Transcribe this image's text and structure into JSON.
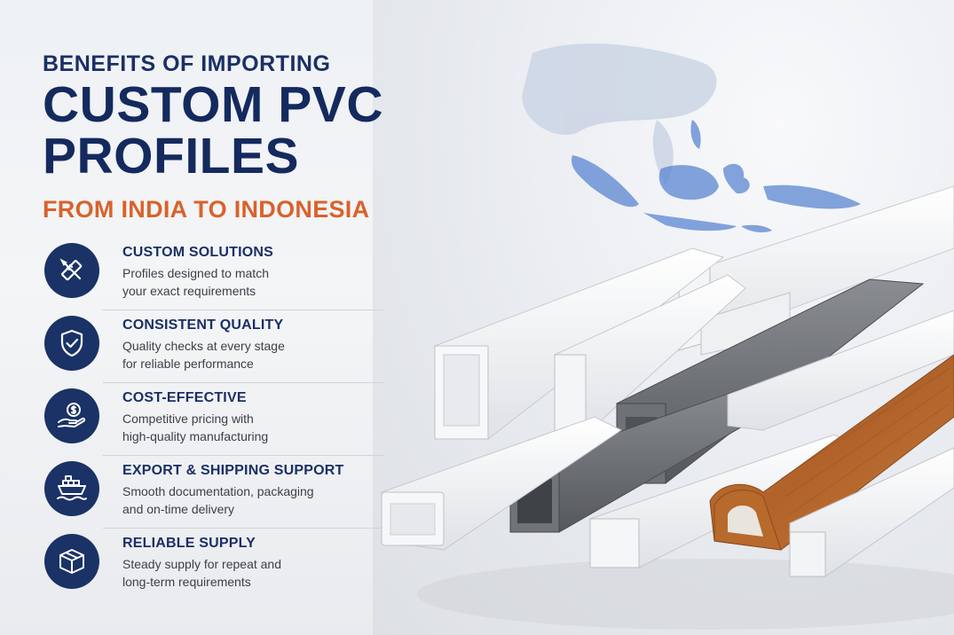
{
  "header": {
    "eyebrow": "BENEFITS OF IMPORTING",
    "title_line1": "CUSTOM PVC",
    "title_line2": "PROFILES",
    "subtitle": "FROM INDIA TO INDONESIA"
  },
  "benefits": [
    {
      "icon": "tools-ruler-icon",
      "title": "CUSTOM SOLUTIONS",
      "line1": "Profiles designed to match",
      "line2": "your exact requirements"
    },
    {
      "icon": "shield-check-icon",
      "title": "CONSISTENT QUALITY",
      "line1": "Quality checks at every stage",
      "line2": "for reliable performance"
    },
    {
      "icon": "hand-coin-icon",
      "title": "COST-EFFECTIVE",
      "line1": "Competitive pricing with",
      "line2": "high-quality manufacturing"
    },
    {
      "icon": "cargo-ship-icon",
      "title": "EXPORT & SHIPPING SUPPORT",
      "line1": "Smooth documentation, packaging",
      "line2": "and on-time delivery"
    },
    {
      "icon": "box-icon",
      "title": "RELIABLE SUPPLY",
      "line1": "Steady supply for repeat and",
      "line2": "long-term requirements"
    }
  ],
  "colors": {
    "navy": "#142a5e",
    "accent_orange": "#d9622b",
    "icon_circle": "#1a3266",
    "map_blue": "#5b86d2"
  }
}
